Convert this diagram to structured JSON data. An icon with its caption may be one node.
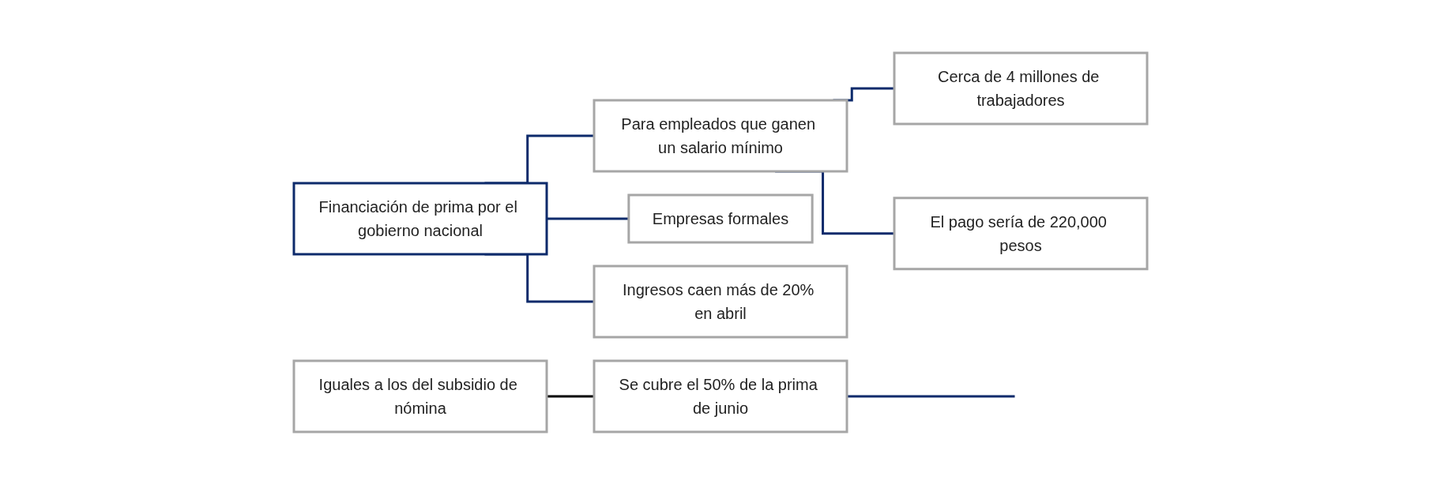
{
  "diagram": {
    "nodes": [
      {
        "text": [
          "Financiación de prima por el gobierno nacional"
        ]
      },
      {
        "text": [
          "Iguales a los del subsidio de nómina"
        ]
      },
      {
        "text": [
          "Se cubre el 50% de la prima de junio"
        ]
      },
      {
        "text": [
          "Empresas formales"
        ]
      },
      {
        "text": [
          "Ingresos caen más de 20% en abril"
        ]
      },
      {
        "text": [
          "Para empleados que ganen un salario mínimo"
        ]
      },
      {
        "text": [
          "Cerca de 4 millones de trabajadores"
        ]
      },
      {
        "text": [
          "El pago sería de 220,000 pesos"
        ]
      }
    ],
    "edges": [
      {
        "from": 0,
        "to": 3,
        "arrow": "none"
      },
      {
        "from": 0,
        "to": 4,
        "arrow": "none"
      },
      {
        "from": 0,
        "to": 5,
        "arrow": "none"
      },
      {
        "from": 1,
        "to": 2,
        "arrow": "none",
        "color": "#000000"
      },
      {
        "from": 2,
        "to": null,
        "arrow": "none"
      },
      {
        "from": 5,
        "to": 6,
        "arrow": "none"
      },
      {
        "from": 5,
        "to": 7,
        "arrow": "none"
      }
    ]
  }
}
